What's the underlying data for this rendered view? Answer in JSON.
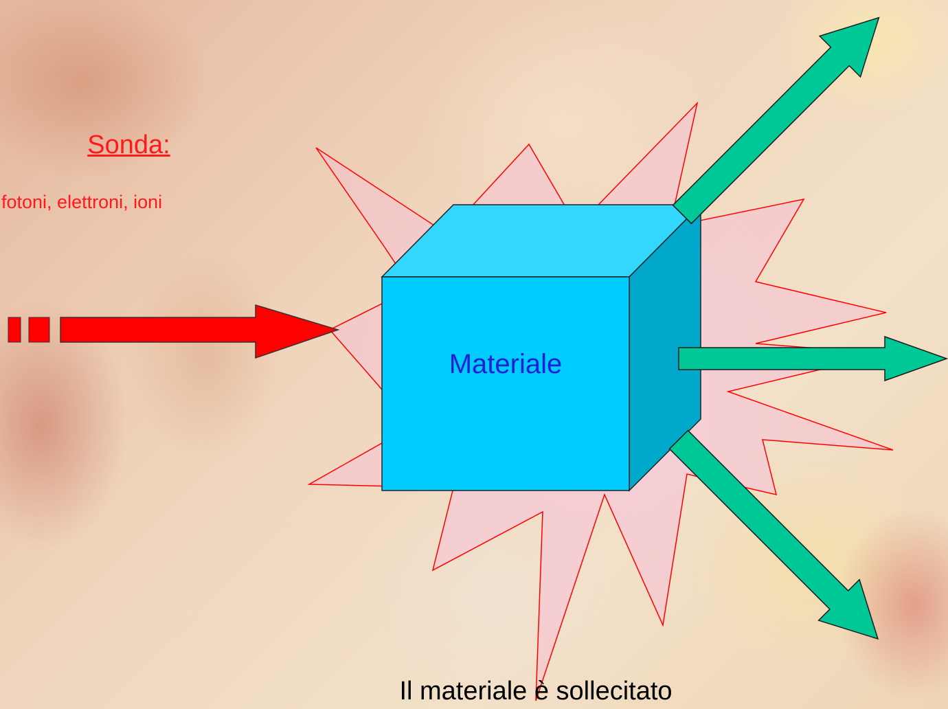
{
  "probe": {
    "title": "Sonda:",
    "subtitle": "fotoni, elettroni, ioni"
  },
  "material": {
    "label": "Materiale"
  },
  "caption": "Il materiale è sollecitato",
  "colors": {
    "probe_arrow": "#ff0000",
    "emitted_arrows": "#00c896",
    "cube_front": "#00ccff",
    "cube_top": "#33d6ff",
    "cube_side": "#00a8cc",
    "burst_fill": "#f4c9d2",
    "burst_stroke": "#ff0000"
  },
  "icons": {
    "burst": "explosion-star-icon",
    "cube": "cube-icon",
    "incoming": "arrow-right-icon",
    "outgoing": "arrow-icon"
  }
}
